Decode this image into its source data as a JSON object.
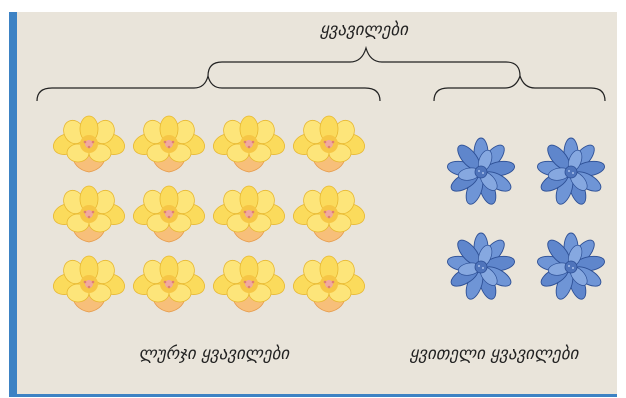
{
  "labels": {
    "top": "ყვავილები",
    "left": "ლურჯი ყვავილები",
    "right": "ყვითელი ყვავილები"
  },
  "groups": {
    "yellow_flowers": {
      "count": 12,
      "rows": 3,
      "cols": 4
    },
    "blue_flowers": {
      "count": 4,
      "rows": 2,
      "cols": 2
    }
  },
  "colors": {
    "panel": "#e9e4da",
    "accent": "#3d82c4",
    "yellow_petal": "#fbdb5c",
    "yellow_cup": "#f7bf7a",
    "blue_petal": "#6f95d6"
  }
}
